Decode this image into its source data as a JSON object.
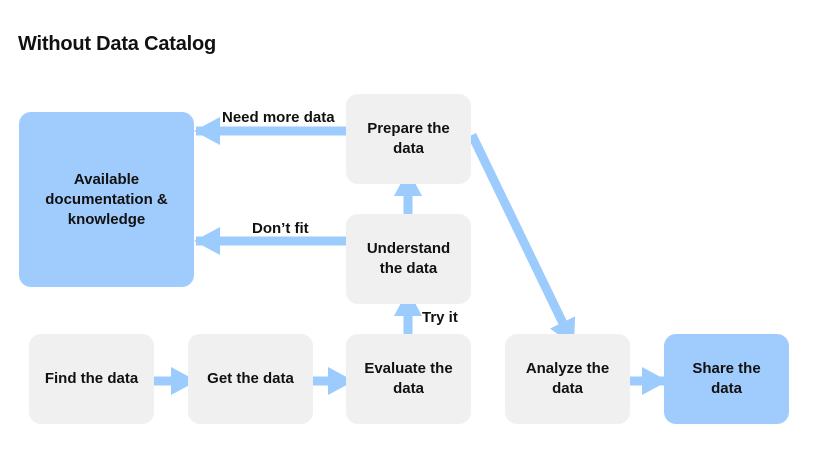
{
  "title": "Without Data Catalog",
  "nodes": {
    "docs": "Available\ndocumentation &\nknowledge",
    "prepare": "Prepare the\ndata",
    "understand": "Understand\nthe data",
    "find": "Find the data",
    "get": "Get the data",
    "evaluate": "Evaluate the\ndata",
    "analyze": "Analyze the\ndata",
    "share": "Share the\ndata"
  },
  "edge_labels": {
    "need_more": "Need more data",
    "dont_fit": "Don’t fit",
    "try_it": "Try it"
  },
  "colors": {
    "node_fill": "#f0f0f0",
    "highlight_fill": "#a0cbfd",
    "arrow": "#9ccbfd",
    "text": "#111111"
  }
}
